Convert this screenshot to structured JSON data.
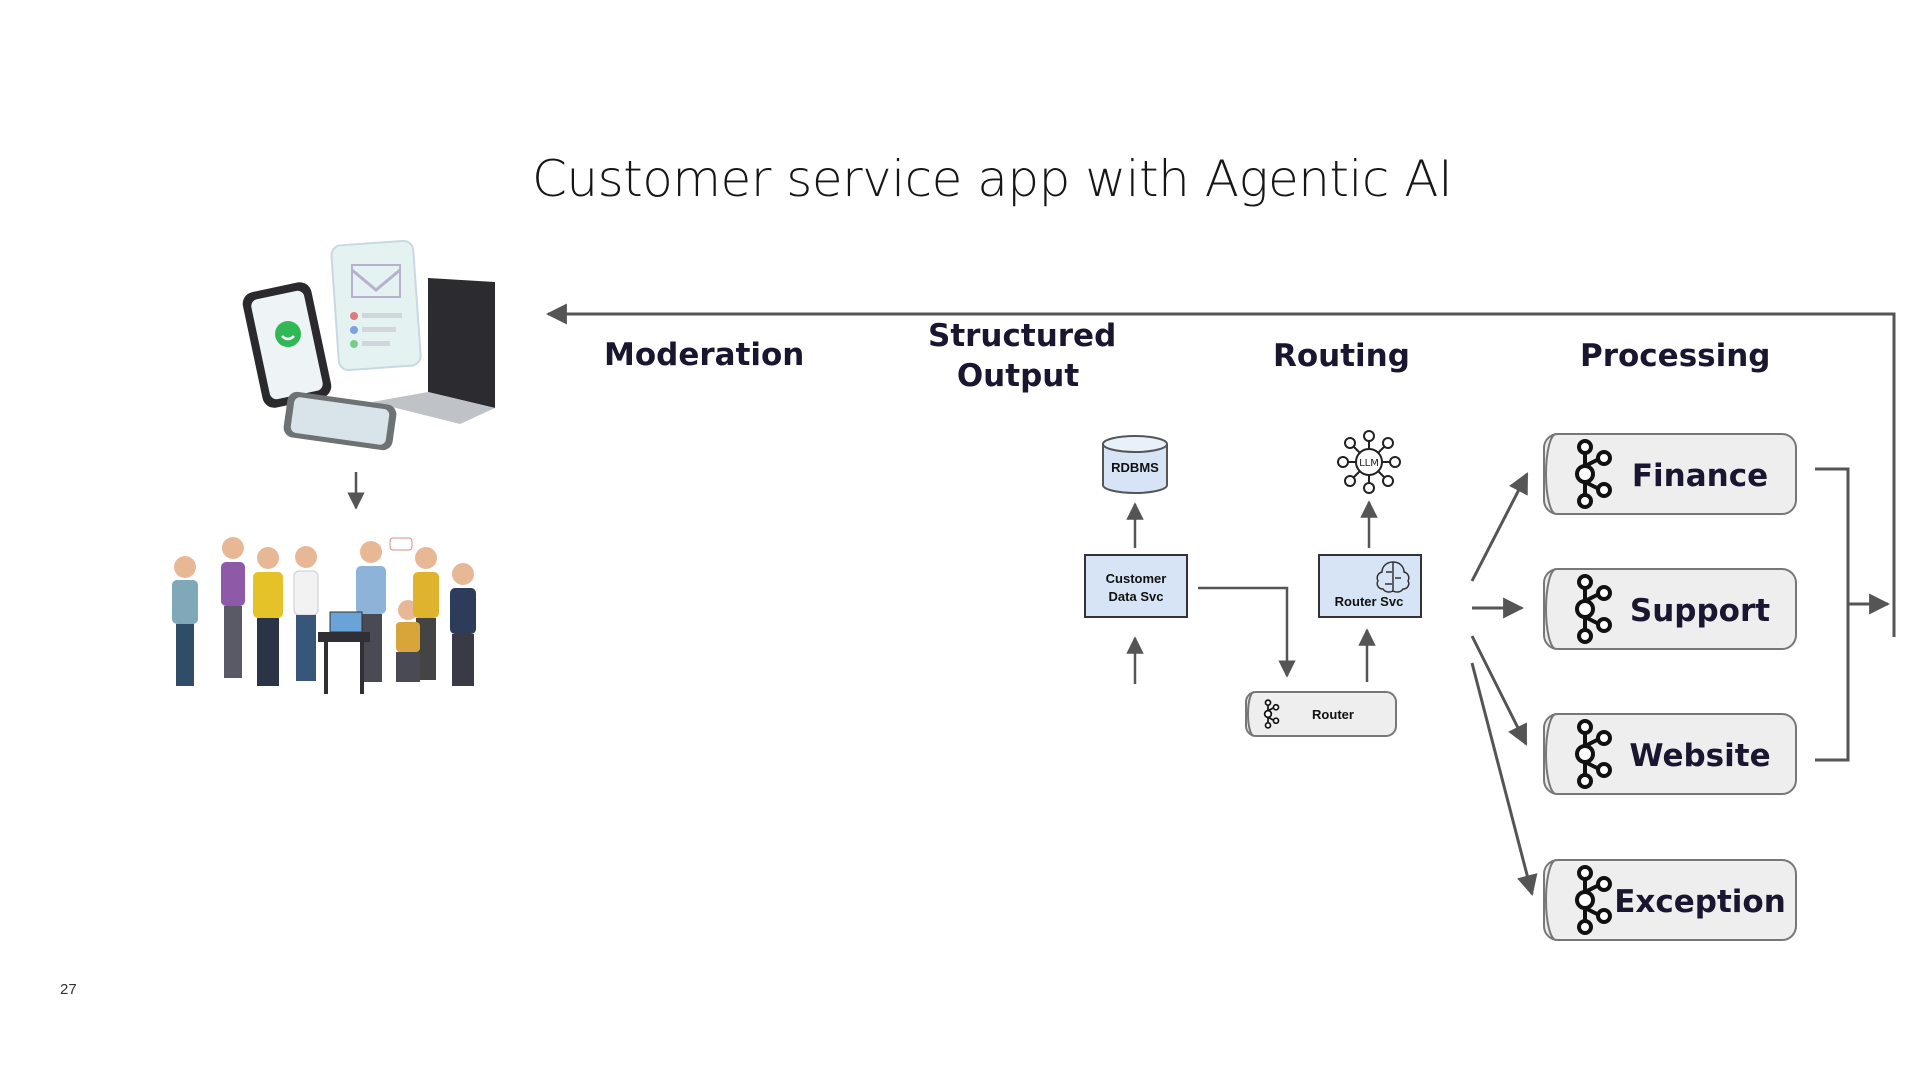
{
  "slide": {
    "title": "Customer service app with Agentic AI",
    "page_number": "27"
  },
  "stages": {
    "moderation": "Moderation",
    "structured_output_line1": "Structured",
    "structured_output_line2": "Output",
    "routing": "Routing",
    "processing": "Processing"
  },
  "components": {
    "rdbms": "RDBMS",
    "customer_data_svc_line1": "Customer",
    "customer_data_svc_line2": "Data Svc",
    "router_svc": "Router Svc",
    "llm": "LLM",
    "router_topic": "Router"
  },
  "topics": [
    "Finance",
    "Support",
    "Website",
    "Exception"
  ],
  "icons": {
    "devices": "devices-illustration",
    "people": "people-group-illustration",
    "kafka": "kafka-icon",
    "brain": "brain-icon",
    "llm": "llm-network-icon"
  },
  "colors": {
    "service_box_fill": "#d6e4f5",
    "topic_fill": "#eeeeee",
    "arrow": "#555555",
    "label_text": "#1b1630"
  }
}
